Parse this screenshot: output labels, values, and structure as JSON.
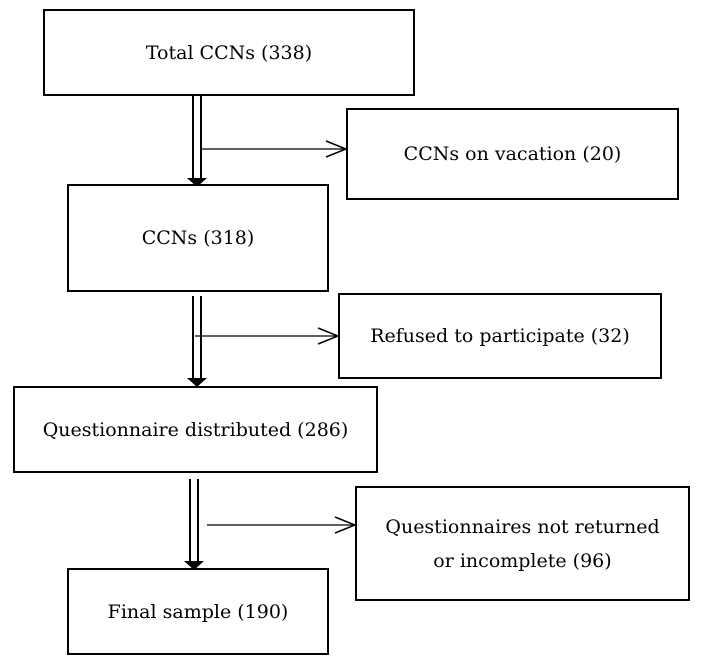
{
  "flowchart": {
    "total": {
      "label": "Total CCNs (338)"
    },
    "vacation": {
      "label": "CCNs on vacation (20)"
    },
    "ccns": {
      "label": "CCNs (318)"
    },
    "refused": {
      "label": "Refused to participate (32)"
    },
    "distributed": {
      "label": "Questionnaire distributed (286)"
    },
    "not_returned": {
      "line1": "Questionnaires not returned",
      "line2": "or incomplete (96)"
    },
    "final": {
      "label": "Final sample (190)"
    }
  },
  "colors": {
    "stroke": "#000000",
    "background": "#ffffff"
  }
}
